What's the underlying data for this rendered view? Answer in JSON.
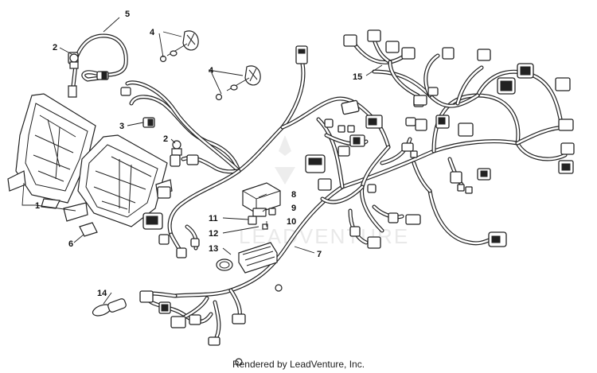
{
  "callouts": {
    "c1": "1",
    "c2a": "2",
    "c2b": "2",
    "c3": "3",
    "c4a": "4",
    "c4b": "4",
    "c5": "5",
    "c6": "6",
    "c7": "7",
    "c8": "8",
    "c9": "9",
    "c10": "10",
    "c11": "11",
    "c12": "12",
    "c13": "13",
    "c14": "14",
    "c15": "15"
  },
  "watermark": "LEADVENTURE",
  "footer": "Rendered by LeadVenture, Inc."
}
